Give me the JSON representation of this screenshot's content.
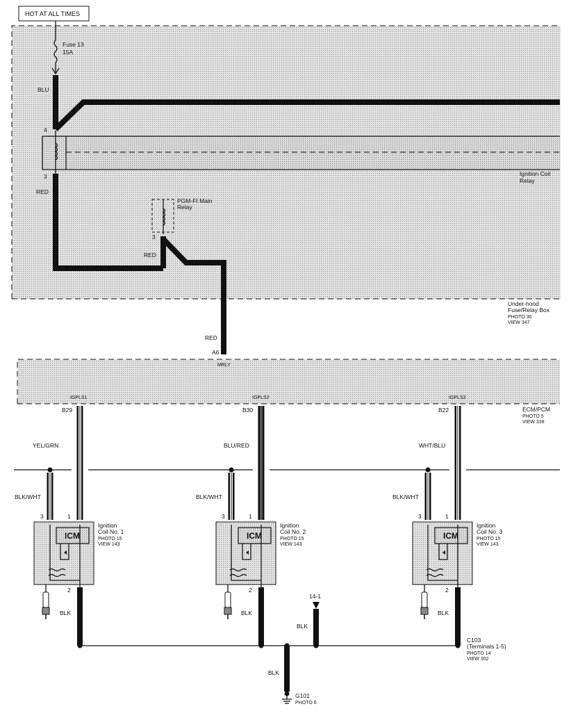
{
  "header": {
    "hot_label": "HOT AT ALL TIMES"
  },
  "fuse": {
    "name": "Fuse 13",
    "rating": "15A"
  },
  "wires": {
    "blu": "BLU",
    "red_upper": "RED",
    "red_relay": "RED",
    "red_ecm": "RED",
    "yel_grn": "YEL/GRN",
    "blu_red": "BLU/RED",
    "wht_blu": "WHT/BLU",
    "blk_wht_1": "BLK/WHT",
    "blk_wht_2": "BLK/WHT",
    "blk_wht_3": "BLK/WHT",
    "blk_1": "BLK",
    "blk_2": "BLK",
    "blk_3": "BLK",
    "blk_mid": "BLK",
    "blk_ground": "BLK"
  },
  "ignition_relay": {
    "label_line1": "Ignition Coil",
    "label_line2": "Relay",
    "pin_top": "4",
    "pin_bottom": "3"
  },
  "pgm_relay": {
    "label_line1": "PGM-FI Main",
    "label_line2": "Relay",
    "pin": "3"
  },
  "fuse_box": {
    "label_line1": "Under-hood",
    "label_line2": "Fuse/Relay Box",
    "photo": "PHOTO 30",
    "view": "VIEW 347"
  },
  "ecm": {
    "connector": "A6",
    "terminal": "MRLY",
    "label_line1": "ECM/PCM",
    "photo": "PHOTO 5",
    "view": "VIEW 339",
    "outputs": [
      {
        "signal": "IGPLS1",
        "pin": "B29"
      },
      {
        "signal": "IGPLS2",
        "pin": "B30"
      },
      {
        "signal": "IGPLS3",
        "pin": "B22"
      }
    ]
  },
  "coils": [
    {
      "name_line1": "Ignition",
      "name_line2": "Coil No. 1",
      "photo": "PHOTO 15",
      "view": "VIEW 143",
      "pin_left": "3",
      "pin_right": "1",
      "pin_bottom": "2",
      "module": "ICM"
    },
    {
      "name_line1": "Ignition",
      "name_line2": "Coil No. 2",
      "photo": "PHOTO 15",
      "view": "VIEW 143",
      "pin_left": "3",
      "pin_right": "1",
      "pin_bottom": "2",
      "module": "ICM"
    },
    {
      "name_line1": "Ignition",
      "name_line2": "Coil No. 3",
      "photo": "PHOTO 15",
      "view": "VIEW 143",
      "pin_left": "3",
      "pin_right": "1",
      "pin_bottom": "2",
      "module": "ICM"
    }
  ],
  "reference": {
    "label": "14-1"
  },
  "connector_c103": {
    "name": "C103",
    "terminals": "(Terminals 1-5)",
    "photo": "PHOTO 14",
    "view": "VIEW 302"
  },
  "ground": {
    "name": "G101",
    "photo": "PHOTO 6"
  }
}
